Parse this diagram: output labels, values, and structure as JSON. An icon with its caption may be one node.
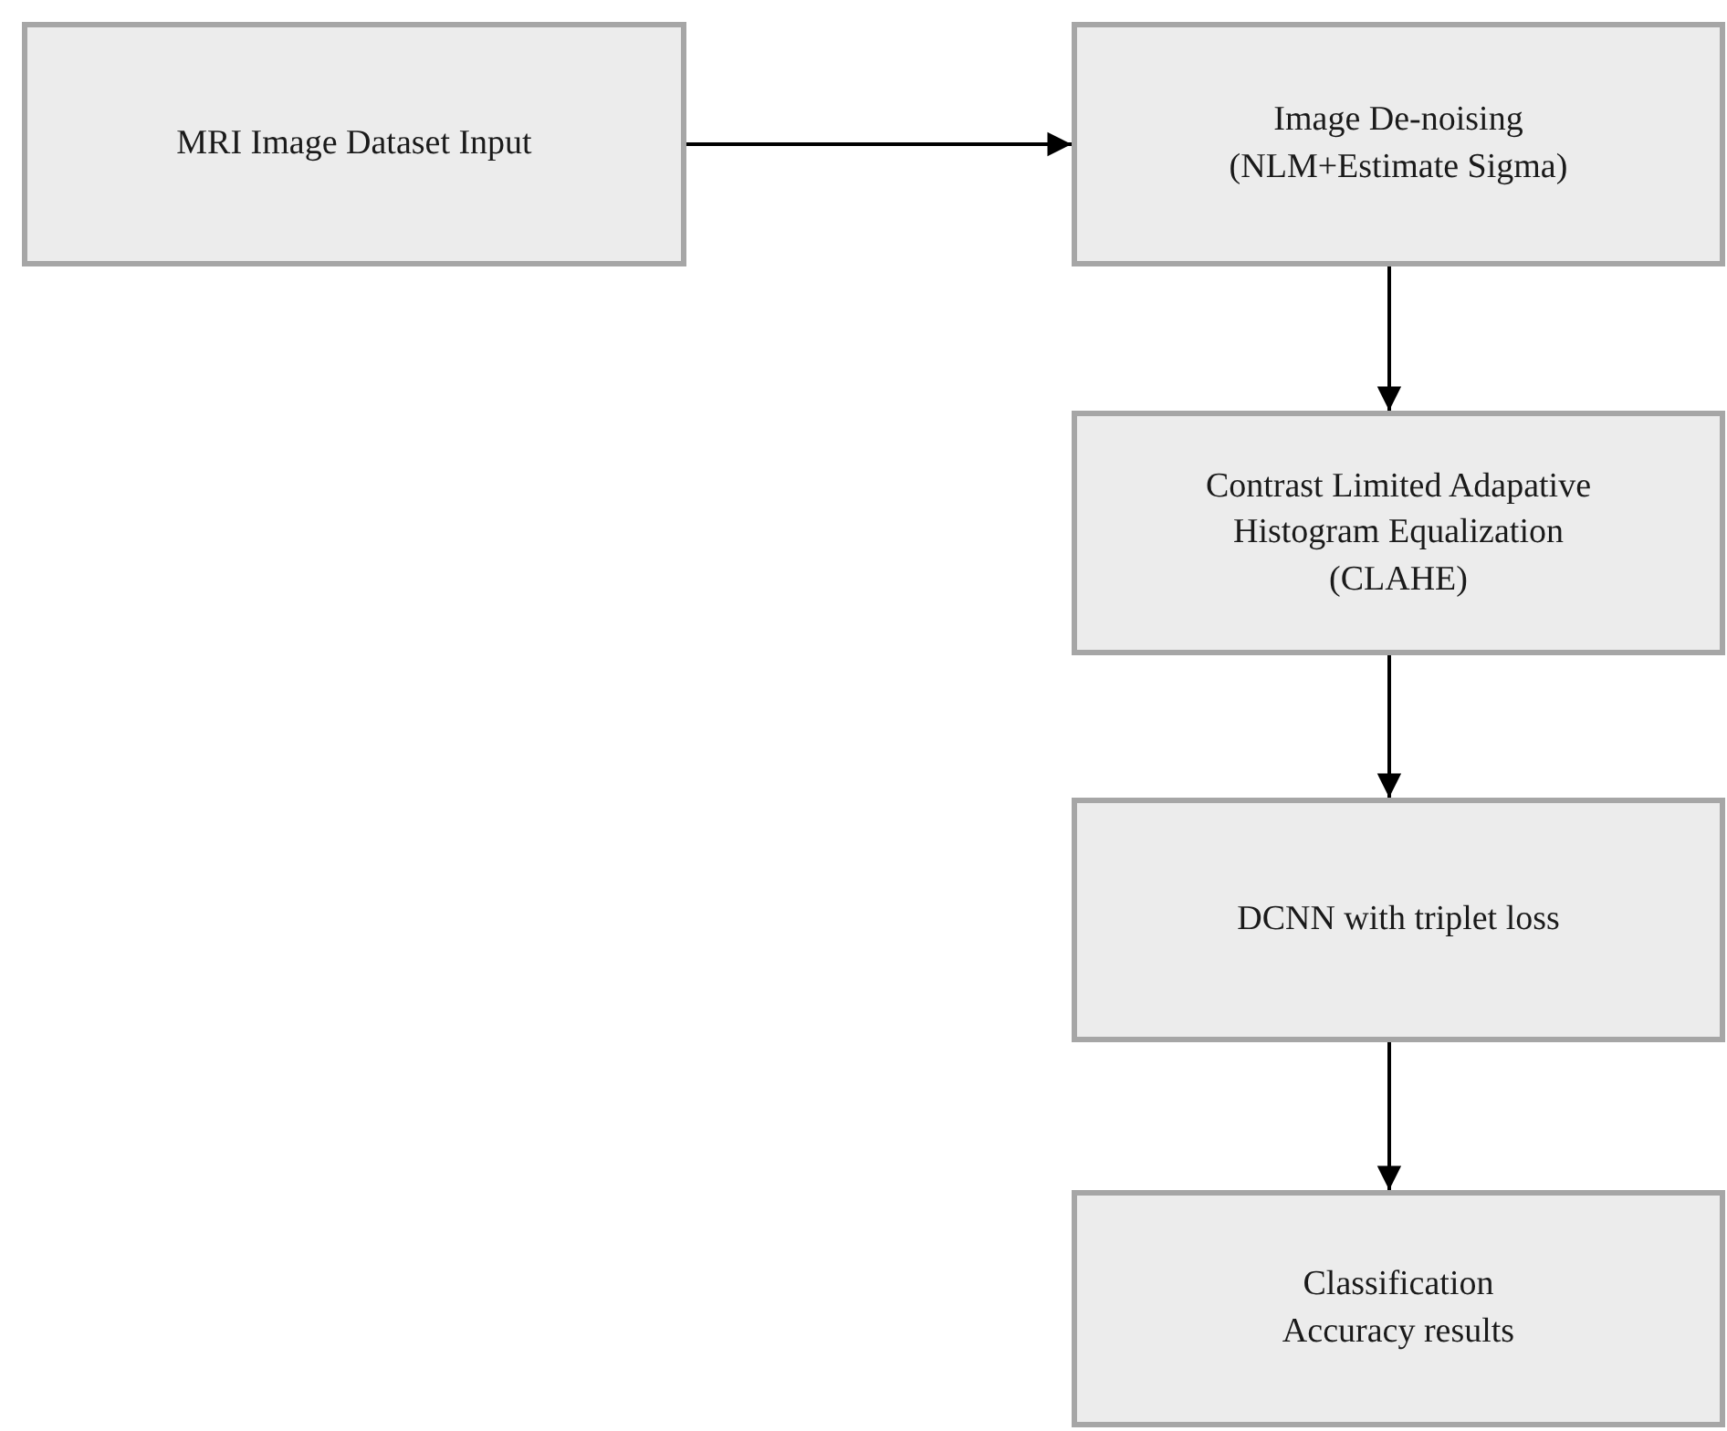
{
  "diagram": {
    "nodes": [
      {
        "text": [
          "MRI Image Dataset Input"
        ]
      },
      {
        "text": [
          "Image De-noising (NLM+Estimate Sigma)"
        ]
      },
      {
        "text": [
          "Contrast Limited Adapative Histogram Equalization (CLAHE)"
        ]
      },
      {
        "text": [
          "DCNN with triplet loss"
        ]
      },
      {
        "text": [
          "Classification Accuracy results"
        ]
      }
    ],
    "edges": [
      {
        "from": 0,
        "to": 1,
        "arrow": "to"
      },
      {
        "from": 1,
        "to": 2,
        "arrow": "to"
      },
      {
        "from": 2,
        "to": 3,
        "arrow": "to"
      },
      {
        "from": 3,
        "to": 4,
        "arrow": "to"
      }
    ]
  }
}
